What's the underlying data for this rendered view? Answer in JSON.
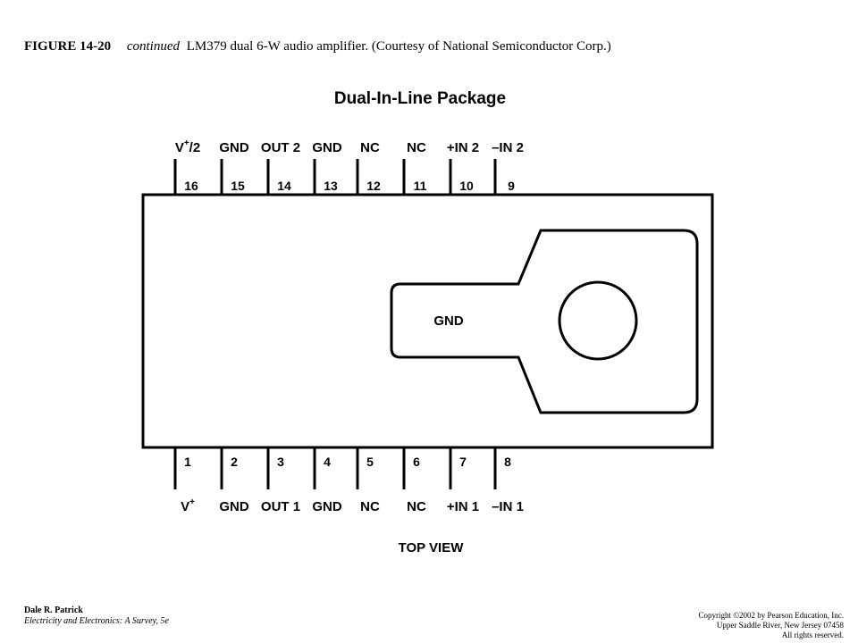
{
  "caption": {
    "figure_number": "FIGURE 14-20",
    "continued": "continued",
    "text": "LM379 dual 6-W audio amplifier. (Courtesy of National Semiconductor Corp.)"
  },
  "diagram": {
    "title": "Dual-In-Line Package",
    "tab_label": "GND",
    "view_label": "TOP VIEW",
    "top_pins": [
      {
        "number": "16",
        "label": "V+/2"
      },
      {
        "number": "15",
        "label": "GND"
      },
      {
        "number": "14",
        "label": "OUT 2"
      },
      {
        "number": "13",
        "label": "GND"
      },
      {
        "number": "12",
        "label": "NC"
      },
      {
        "number": "11",
        "label": "NC"
      },
      {
        "number": "10",
        "label": "+IN 2"
      },
      {
        "number": "9",
        "label": "–IN 2"
      }
    ],
    "bottom_pins": [
      {
        "number": "1",
        "label": "V+"
      },
      {
        "number": "2",
        "label": "GND"
      },
      {
        "number": "3",
        "label": "OUT 1"
      },
      {
        "number": "4",
        "label": "GND"
      },
      {
        "number": "5",
        "label": "NC"
      },
      {
        "number": "6",
        "label": "NC"
      },
      {
        "number": "7",
        "label": "+IN 1"
      },
      {
        "number": "8",
        "label": "–IN 1"
      }
    ]
  },
  "footer": {
    "author": "Dale R. Patrick",
    "book": "Electricity and Electronics: A Survey, 5e",
    "copyright": "Copyright ©2002 by Pearson Education, Inc.",
    "address": "Upper Saddle River, New Jersey 07458",
    "rights": "All rights reserved."
  }
}
